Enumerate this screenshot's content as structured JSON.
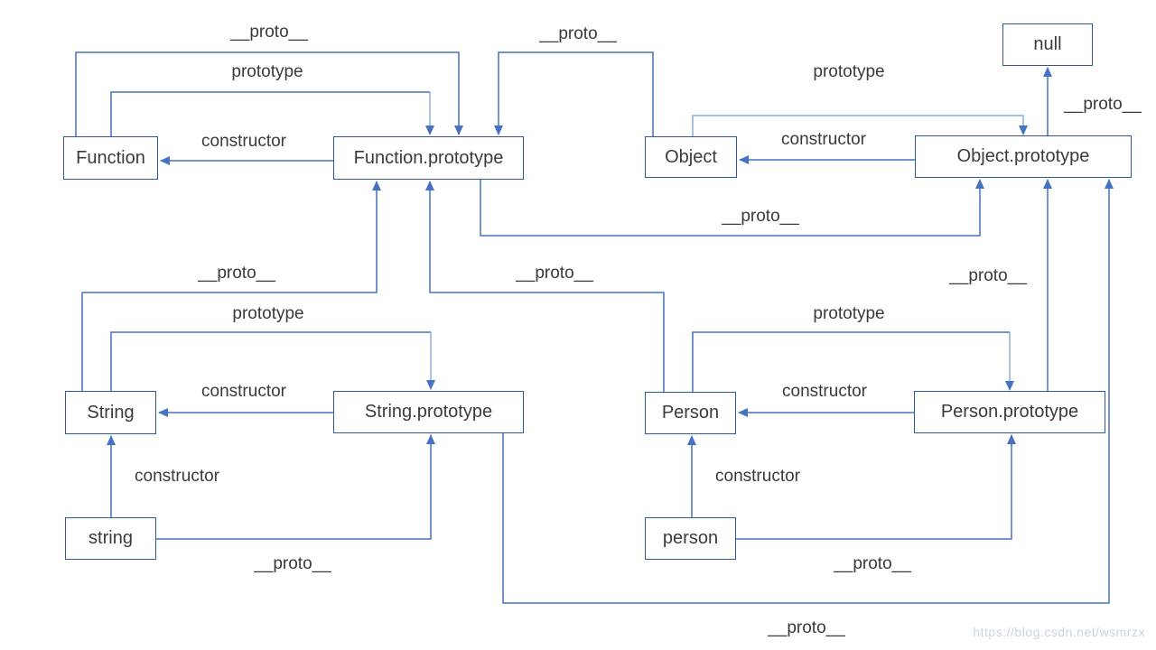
{
  "diagram": {
    "type": "javascript-prototype-chain",
    "colors": {
      "line": "#4472c4",
      "line_light": "#8faadc",
      "box_border": "#30589c",
      "text": "#3b3b3b",
      "watermark": "#c9d3e0",
      "background": "#ffffff"
    }
  },
  "nodes": [
    {
      "id": "function",
      "label": "Function"
    },
    {
      "id": "function-prototype",
      "label": "Function.prototype"
    },
    {
      "id": "object",
      "label": "Object"
    },
    {
      "id": "object-prototype",
      "label": "Object.prototype"
    },
    {
      "id": "null",
      "label": "null"
    },
    {
      "id": "string-ctor",
      "label": "String"
    },
    {
      "id": "string-prototype",
      "label": "String.prototype"
    },
    {
      "id": "person-ctor",
      "label": "Person"
    },
    {
      "id": "person-prototype",
      "label": "Person.prototype"
    },
    {
      "id": "string-instance",
      "label": "string"
    },
    {
      "id": "person-instance",
      "label": "person"
    }
  ],
  "connections": [
    {
      "from": "Function",
      "to": "Function.prototype",
      "label": "__proto__"
    },
    {
      "from": "Function",
      "to": "Function.prototype",
      "label": "prototype"
    },
    {
      "from": "Object",
      "to": "Function.prototype",
      "label": "__proto__"
    },
    {
      "from": "Function.prototype",
      "to": "Function",
      "label": "constructor"
    },
    {
      "from": "Object.prototype",
      "to": "Object",
      "label": "constructor"
    },
    {
      "from": "Object",
      "to": "Object.prototype",
      "label": "prototype"
    },
    {
      "from": "Object.prototype",
      "to": "null",
      "label": "__proto__"
    },
    {
      "from": "Function.prototype",
      "to": "Object.prototype",
      "label": "__proto__"
    },
    {
      "from": "String",
      "to": "Function.prototype",
      "label": "__proto__"
    },
    {
      "from": "Person",
      "to": "Function.prototype",
      "label": "__proto__"
    },
    {
      "from": "Person.prototype",
      "to": "Object.prototype",
      "label": "__proto__"
    },
    {
      "from": "String",
      "to": "String.prototype",
      "label": "prototype"
    },
    {
      "from": "Person",
      "to": "Person.prototype",
      "label": "prototype"
    },
    {
      "from": "String.prototype",
      "to": "String",
      "label": "constructor"
    },
    {
      "from": "Person.prototype",
      "to": "Person",
      "label": "constructor"
    },
    {
      "from": "string",
      "to": "String",
      "label": "constructor"
    },
    {
      "from": "person",
      "to": "Person",
      "label": "constructor"
    },
    {
      "from": "string",
      "to": "String.prototype",
      "label": "__proto__"
    },
    {
      "from": "person",
      "to": "Person.prototype",
      "label": "__proto__"
    },
    {
      "from": "String.prototype",
      "to": "Object.prototype",
      "label": "__proto__"
    }
  ],
  "watermark": {
    "text": "https://blog.csdn.net/wsmrzx"
  }
}
